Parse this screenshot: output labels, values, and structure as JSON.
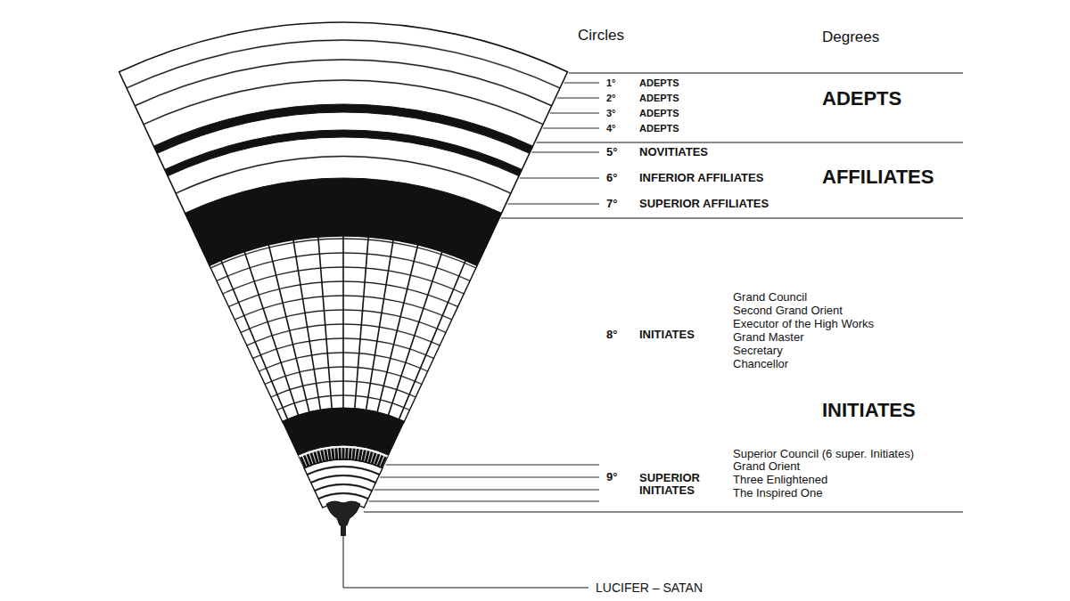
{
  "diagram": {
    "labels": [
      "Circles",
      "Degrees",
      "1°",
      "ADEPTS",
      "2°",
      "ADEPTS",
      "3°",
      "ADEPTS",
      "4°",
      "ADEPTS",
      "ADEPTS",
      "5°",
      "NOVITIATES",
      "6°",
      "INFERIOR AFFILIATES",
      "AFFILIATES",
      "7°",
      "SUPERIOR AFFILIATES",
      "Grand Council",
      "Second Grand Orient",
      "Executor of the High Works",
      "Grand Master",
      "Secretary",
      "Chancellor",
      "8°",
      "INITIATES",
      "INITIATES",
      "Superior Council (6 super. Initiates)",
      "Grand Orient",
      "Three Enlightened",
      "The Inspired One",
      "9°",
      "SUPERIOR INITIATES",
      "LUCIFER – SATAN"
    ]
  }
}
